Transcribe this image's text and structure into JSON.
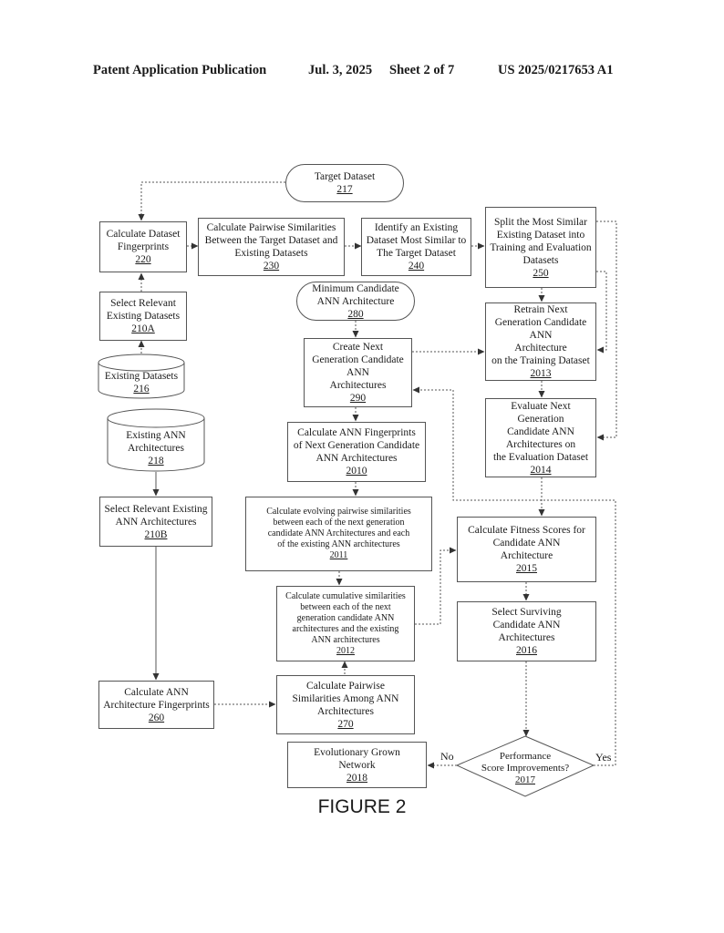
{
  "header": {
    "publication": "Patent Application Publication",
    "date": "Jul. 3, 2025",
    "sheet": "Sheet 2 of 7",
    "number": "US 2025/0217653 A1"
  },
  "figure_title": "FIGURE 2",
  "nodes": {
    "n217": {
      "label": "Target Dataset",
      "ref": "217"
    },
    "n220": {
      "label": "Calculate Dataset\nFingerprints",
      "ref": "220"
    },
    "n230": {
      "label": "Calculate Pairwise Similarities\nBetween the Target Dataset and\nExisting Datasets",
      "ref": "230"
    },
    "n240": {
      "label": "Identify an Existing\nDataset Most Similar to\nThe Target Dataset",
      "ref": "240"
    },
    "n250": {
      "label": "Split the Most Similar\nExisting Dataset into\nTraining and Evaluation\nDatasets",
      "ref": "250"
    },
    "n210A": {
      "label": "Select Relevant\nExisting Datasets",
      "ref": "210A"
    },
    "n280": {
      "label": "Minimum Candidate\nANN Architecture",
      "ref": "280"
    },
    "n2013": {
      "label": "Retrain Next\nGeneration Candidate\nANN\nArchitecture\non the Training Dataset",
      "ref": "2013"
    },
    "n216": {
      "label": "Existing Datasets",
      "ref": "216"
    },
    "n290": {
      "label": "Create Next\nGeneration Candidate\nANN\nArchitectures",
      "ref": "290"
    },
    "n2014": {
      "label": "Evaluate Next\nGeneration\nCandidate ANN\nArchitectures on\nthe Evaluation Dataset",
      "ref": "2014"
    },
    "n218": {
      "label": "Existing ANN\nArchitectures",
      "ref": "218"
    },
    "n2010": {
      "label": "Calculate ANN Fingerprints\nof Next Generation Candidate\nANN Architectures",
      "ref": "2010"
    },
    "n210B": {
      "label": "Select Relevant Existing\nANN Architectures",
      "ref": "210B"
    },
    "n2011": {
      "label": "Calculate evolving pairwise similarities\nbetween each of the next generation\ncandidate ANN Architectures and each\nof the existing ANN architectures",
      "ref": "2011"
    },
    "n2015": {
      "label": "Calculate Fitness Scores for\nCandidate ANN\nArchitecture",
      "ref": "2015"
    },
    "n2012": {
      "label": "Calculate cumulative similarities\nbetween each of the next\ngeneration candidate ANN\narchitectures and the existing\nANN architectures",
      "ref": "2012"
    },
    "n2016": {
      "label": "Select Surviving\nCandidate ANN\nArchitectures",
      "ref": "2016"
    },
    "n260": {
      "label": "Calculate ANN\nArchitecture Fingerprints",
      "ref": "260"
    },
    "n270": {
      "label": "Calculate Pairwise\nSimilarities Among ANN\nArchitectures",
      "ref": "270"
    },
    "n2018": {
      "label": "Evolutionary Grown\nNetwork",
      "ref": "2018"
    },
    "n2017": {
      "label": "Performance\nScore Improvements?",
      "ref": "2017"
    }
  },
  "edge_labels": {
    "no": "No",
    "yes": "Yes"
  }
}
